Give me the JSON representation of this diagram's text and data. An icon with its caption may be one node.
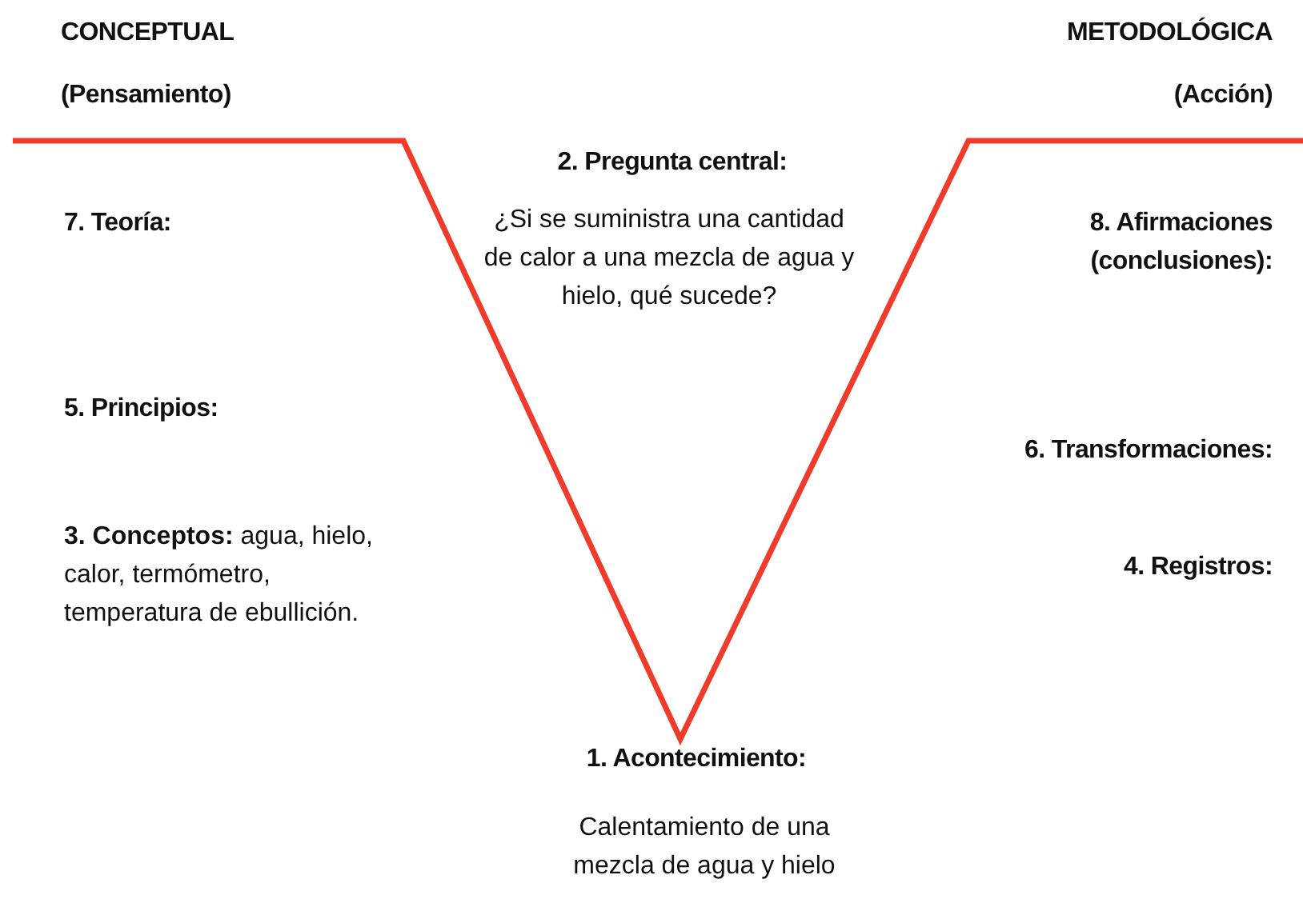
{
  "diagram": {
    "labels": [
      "CONCEPTUAL",
      "METODOLÓGICA",
      "(Pensamiento)",
      "(Acción)",
      "2. Pregunta central:",
      "7. Teoría:",
      "¿Si se suministra una cantidad de calor a una mezcla de agua y hielo, qué sucede?",
      "8. Afirmaciones (conclusiones):",
      "5. Principios:",
      "6. Transformaciones:",
      "**3. Conceptos:** agua, hielo, calor, termómetro, temperatura de ebullición.",
      "4. Registros:",
      "1. Acontecimiento:",
      "Calentamiento de una mezcla de agua y hielo"
    ]
  }
}
